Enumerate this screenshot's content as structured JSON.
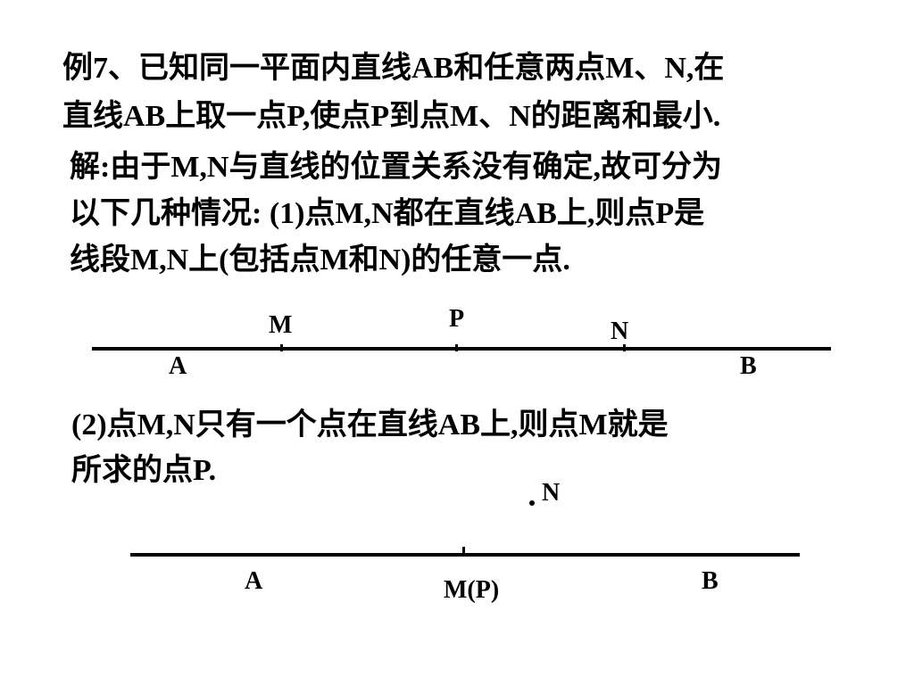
{
  "problem": {
    "line1": "例7、已知同一平面内直线AB和任意两点M、N,在",
    "line2": "直线AB上取一点P,使点P到点M、N的距离和最小."
  },
  "solution": {
    "line1": "解:由于M,N与直线的位置关系没有确定,故可分为",
    "line2": "以下几种情况: (1)点M,N都在直线AB上,则点P是",
    "line3": "线段M,N上(包括点M和N)的任意一点."
  },
  "diagram1": {
    "label_m": "M",
    "label_p": "P",
    "label_n": "N",
    "label_a": "A",
    "label_b": "B"
  },
  "case2": {
    "line1": "(2)点M,N只有一个点在直线AB上,则点M就是",
    "line2": "所求的点P."
  },
  "diagram2": {
    "label_n": "N",
    "label_a": "A",
    "label_b": "B",
    "label_mp": "M(P)"
  }
}
